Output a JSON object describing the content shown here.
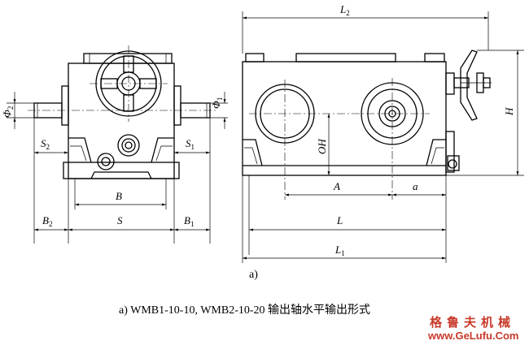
{
  "labels": {
    "phi2": "Φ",
    "phi2_sub": "2",
    "phi1": "Φ",
    "phi1_sub": "1",
    "S2": "S",
    "S2_sub": "2",
    "S1": "S",
    "S1_sub": "1",
    "B": "B",
    "B2": "B",
    "B2_sub": "2",
    "S": "S",
    "B1": "B",
    "B1_sub": "1",
    "L2": "L",
    "L2_sub": "2",
    "H": "H",
    "OH": "OH",
    "A": "A",
    "a": "a",
    "L": "L",
    "L1": "L",
    "L1_sub": "1"
  },
  "sub_label": "a)",
  "caption": "a) WMB1-10-10, WMB2-10-20 输出轴水平输出形式",
  "watermark": {
    "line1": "格鲁夫机械",
    "line2": "www.GeLufu.Com",
    "color": "#c83a2a"
  }
}
